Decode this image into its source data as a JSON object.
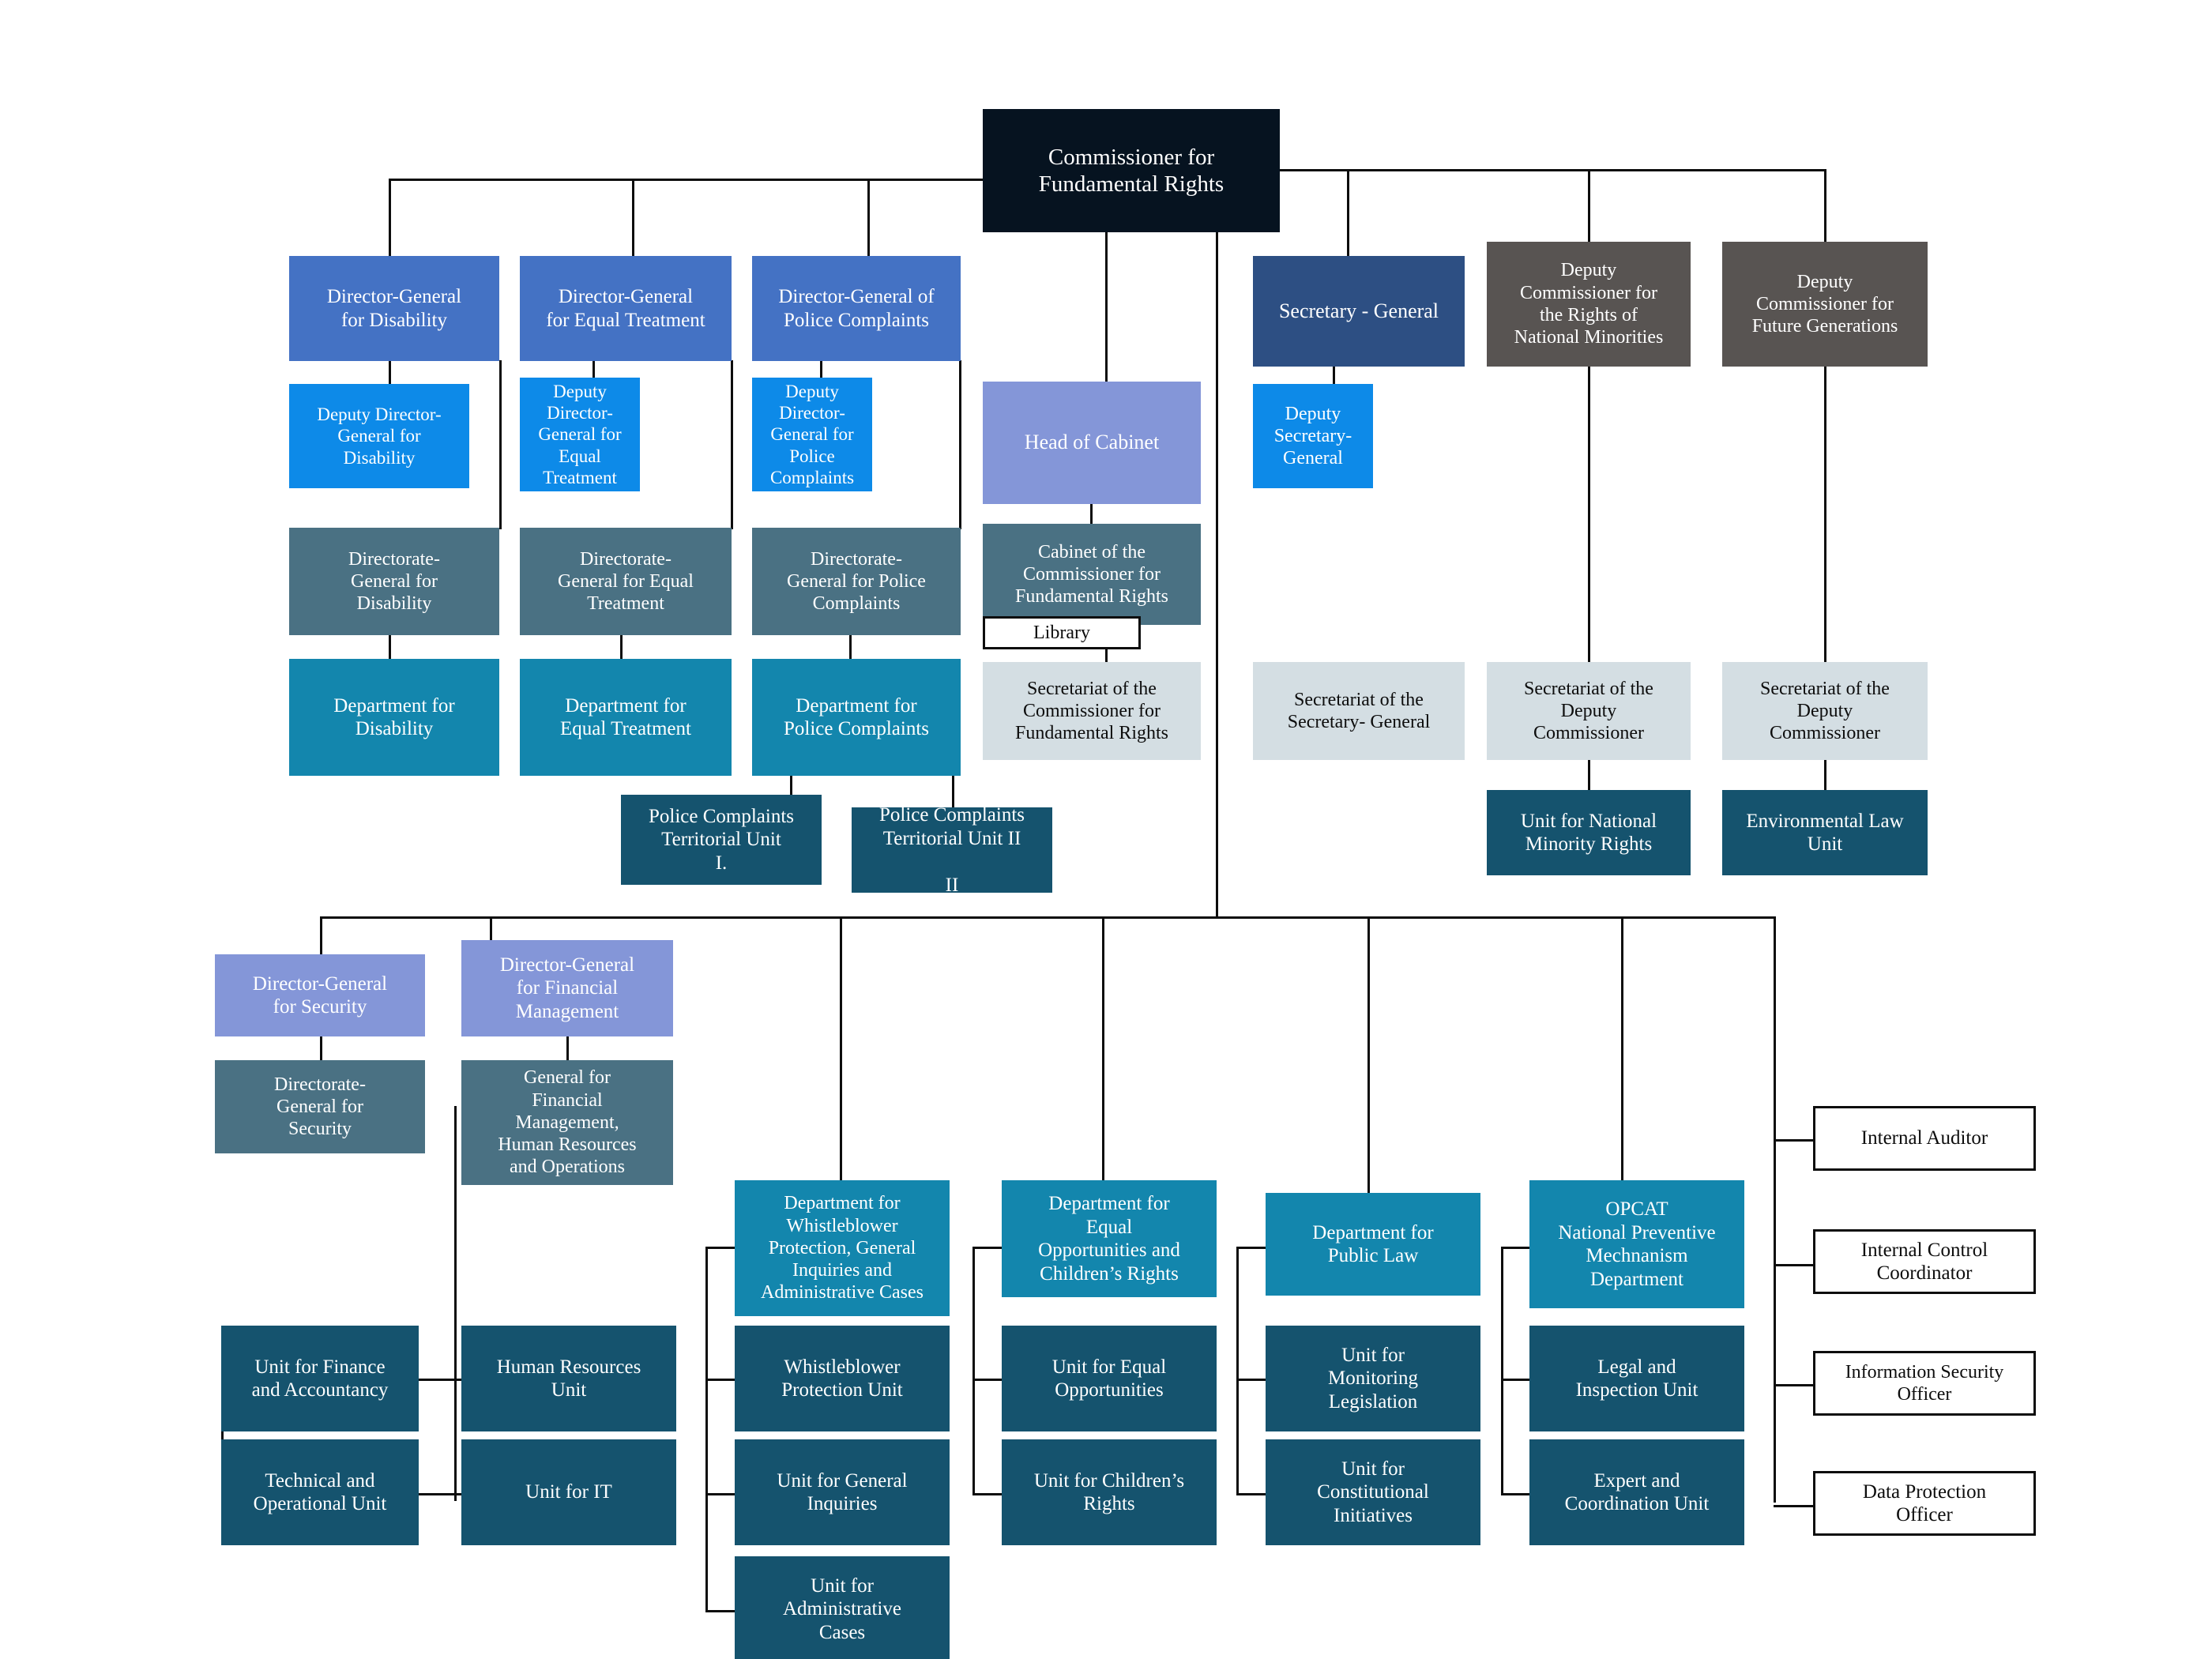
{
  "chart": {
    "title": "Organisational structure of the Office of the Commissioner for Fundamental Rights",
    "colors": {
      "root": "#061320",
      "director_general": "#4472c4",
      "deputy_director_general": "#0d8ae8",
      "directorate_general": "#4a7183",
      "department": "#1386ad",
      "unit": "#15536e",
      "secretary_general": "#2d4f83",
      "deputy_commissioner": "#585452",
      "head_of_cabinet": "#8496d8",
      "secretariat": "#d4dee3",
      "standalone_officer": "#ffffff",
      "connector": "#0d0d0d"
    }
  },
  "nodes": {
    "root": "Commissioner for\nFundamental Rights",
    "dg_disability": "Director-General\nfor Disability",
    "dg_equal_treatment": "Director-General\nfor Equal Treatment",
    "dg_police_complaints": "Director-General of\nPolice Complaints",
    "ddg_disability": "Deputy Director-\nGeneral for\nDisability",
    "ddg_equal_treatment": "Deputy\nDirector-\nGeneral for\nEqual\nTreatment",
    "ddg_police_complaints": "Deputy\nDirector-\nGeneral for\nPolice\nComplaints",
    "dirgen_disability": "Directorate-\nGeneral for\nDisability",
    "dirgen_equal_treatment": "Directorate-\nGeneral for Equal\nTreatment",
    "dirgen_police_complaints": "Directorate-\nGeneral for Police\nComplaints",
    "dept_disability": "Department for\nDisability",
    "dept_equal_treatment": "Department for\nEqual Treatment",
    "dept_police_complaints": "Department for\nPolice Complaints",
    "pc_territorial_1": "Police Complaints\nTerritorial Unit\nI.",
    "pc_territorial_2": "Police Complaints\nTerritorial Unit II\n\nII",
    "head_of_cabinet": "Head of Cabinet",
    "cabinet": "Cabinet of the\nCommissioner for\nFundamental Rights",
    "library": "Library",
    "secretariat_commissioner": "Secretariat of the\nCommissioner for\nFundamental Rights",
    "secretary_general": "Secretary - General",
    "deputy_secretary_general": "Deputy\nSecretary-\nGeneral",
    "secretariat_secretary_general": "Secretariat of the\nSecretary- General",
    "deputy_comm_minorities": "Deputy\nCommissioner for\nthe Rights of\nNational Minorities",
    "deputy_comm_future": "Deputy\nCommissioner for\nFuture Generations",
    "secretariat_deputy_1": "Secretariat of the\nDeputy\nCommissioner",
    "secretariat_deputy_2": "Secretariat of the\nDeputy\nCommissioner",
    "unit_national_minority": "Unit for National\nMinority Rights",
    "unit_environmental_law": "Environmental Law\nUnit",
    "dg_security": "Director-General\nfor Security",
    "dg_financial_management": "Director-General\nfor Financial\nManagement",
    "dirgen_security": "Directorate-\nGeneral for\nSecurity",
    "dirgen_financial": "General for\nFinancial\nManagement,\nHuman Resources\nand Operations",
    "unit_finance": "Unit for Finance\nand Accountancy",
    "unit_technical": "Technical and\nOperational Unit",
    "unit_hr": "Human Resources\nUnit",
    "unit_it": "Unit for IT",
    "dept_whistleblower": "Department for\nWhistleblower\nProtection, General\nInquiries and\nAdministrative Cases",
    "unit_whistleblower": "Whistleblower\nProtection Unit",
    "unit_general_inquiries": "Unit for General\nInquiries",
    "unit_administrative_cases": "Unit for\nAdministrative\nCases",
    "dept_equal_opportunities": "Department for\nEqual\nOpportunities and\nChildren’s Rights",
    "unit_equal_opportunities": "Unit for Equal\nOpportunities",
    "unit_childrens_rights": "Unit for Children’s\nRights",
    "dept_public_law": "Department for\nPublic Law",
    "unit_monitoring_legislation": "Unit for\nMonitoring\nLegislation",
    "unit_constitutional": "Unit for\nConstitutional\nInitiatives",
    "dept_opcat": "OPCAT\nNational Preventive\nMechnanism\nDepartment",
    "unit_legal_inspection": "Legal and\nInspection Unit",
    "unit_expert_coordination": "Expert and\nCoordination Unit",
    "internal_auditor": "Internal Auditor",
    "internal_control_coordinator": "Internal Control\nCoordinator",
    "information_security_officer": "Information Security\nOfficer",
    "data_protection_officer": "Data Protection\nOfficer"
  }
}
